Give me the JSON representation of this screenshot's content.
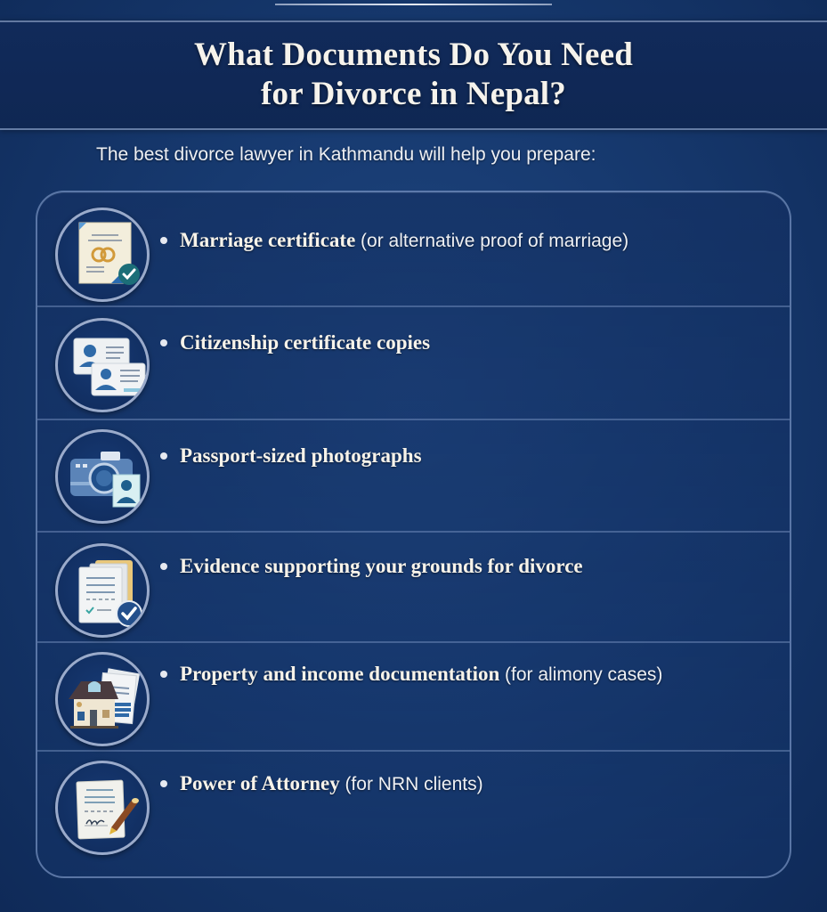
{
  "header": {
    "title_line1": "What Documents Do You Need",
    "title_line2": "for Divorce in Nepal?"
  },
  "subtitle": "The best divorce lawyer in Kathmandu will help you prepare:",
  "colors": {
    "background": "#173a70",
    "header_band": "#112a5a",
    "text": "#f6f3ec",
    "divider": "#8ca5d2"
  },
  "items": [
    {
      "icon": "marriage-certificate-icon",
      "bold": "Marriage certificate",
      "note": "(or alternative proof of marriage)"
    },
    {
      "icon": "citizenship-id-cards-icon",
      "bold": "Citizenship certificate copies",
      "note": ""
    },
    {
      "icon": "camera-photo-icon",
      "bold": "Passport-sized photographs",
      "note": ""
    },
    {
      "icon": "evidence-documents-icon",
      "bold": "Evidence supporting your grounds for divorce",
      "note": ""
    },
    {
      "icon": "house-documents-icon",
      "bold": "Property and income documentation",
      "note": "(for alimony cases)"
    },
    {
      "icon": "signed-document-pen-icon",
      "bold": "Power of Attorney",
      "note": "(for NRN clients)"
    }
  ]
}
